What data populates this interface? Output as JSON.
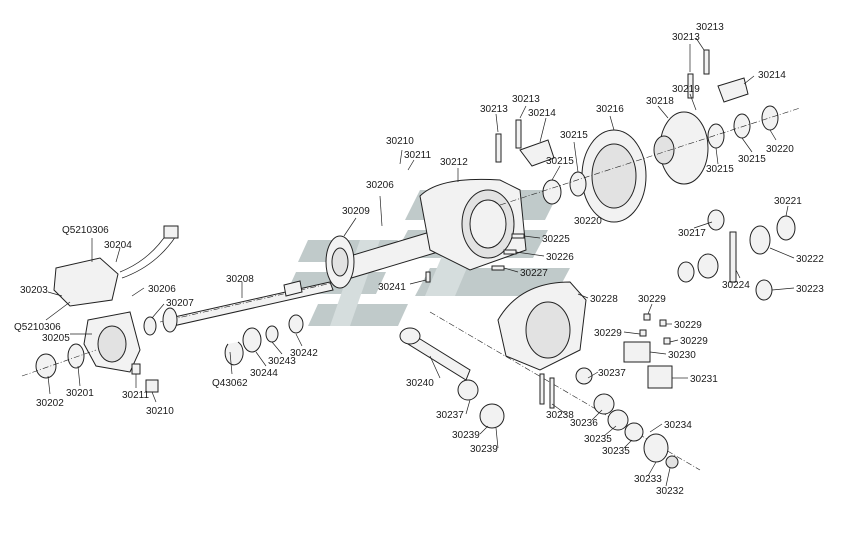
{
  "labels": {
    "30201": "30201",
    "30202": "30202",
    "30203": "30203",
    "30204": "30204",
    "30205": "30205",
    "30206a": "30206",
    "30206b": "30206",
    "30207": "30207",
    "30208": "30208",
    "30209": "30209",
    "30210a": "30210",
    "30210b": "30210",
    "30211a": "30211",
    "30211b": "30211",
    "30212": "30212",
    "30213a": "30213",
    "30213b": "30213",
    "30213c": "30213",
    "30213d": "30213",
    "30214a": "30214",
    "30214b": "30214",
    "30215a": "30215",
    "30215b": "30215",
    "30215c": "30215",
    "30215d": "30215",
    "30216": "30216",
    "30217": "30217",
    "30218": "30218",
    "30219": "30219",
    "30220a": "30220",
    "30220b": "30220",
    "30221": "30221",
    "30222": "30222",
    "30223": "30223",
    "30224": "30224",
    "30225": "30225",
    "30226": "30226",
    "30227": "30227",
    "30228": "30228",
    "30229a": "30229",
    "30229b": "30229",
    "30229c": "30229",
    "30229d": "30229",
    "30230": "30230",
    "30231": "30231",
    "30232": "30232",
    "30233": "30233",
    "30234": "30234",
    "30235a": "30235",
    "30235b": "30235",
    "30236": "30236",
    "30237a": "30237",
    "30237b": "30237",
    "30238": "30238",
    "30239a": "30239",
    "30239b": "30239",
    "30240": "30240",
    "30241": "30241",
    "30242": "30242",
    "30243": "30243",
    "30244": "30244",
    "Q43062": "Q43062",
    "Q5210306a": "Q5210306",
    "Q5210306b": "Q5210306"
  },
  "colors": {
    "line": "#222222",
    "watermark": "#8ea0a0"
  },
  "icons": {
    "watermark": "manufacturer-logo-watermark"
  }
}
